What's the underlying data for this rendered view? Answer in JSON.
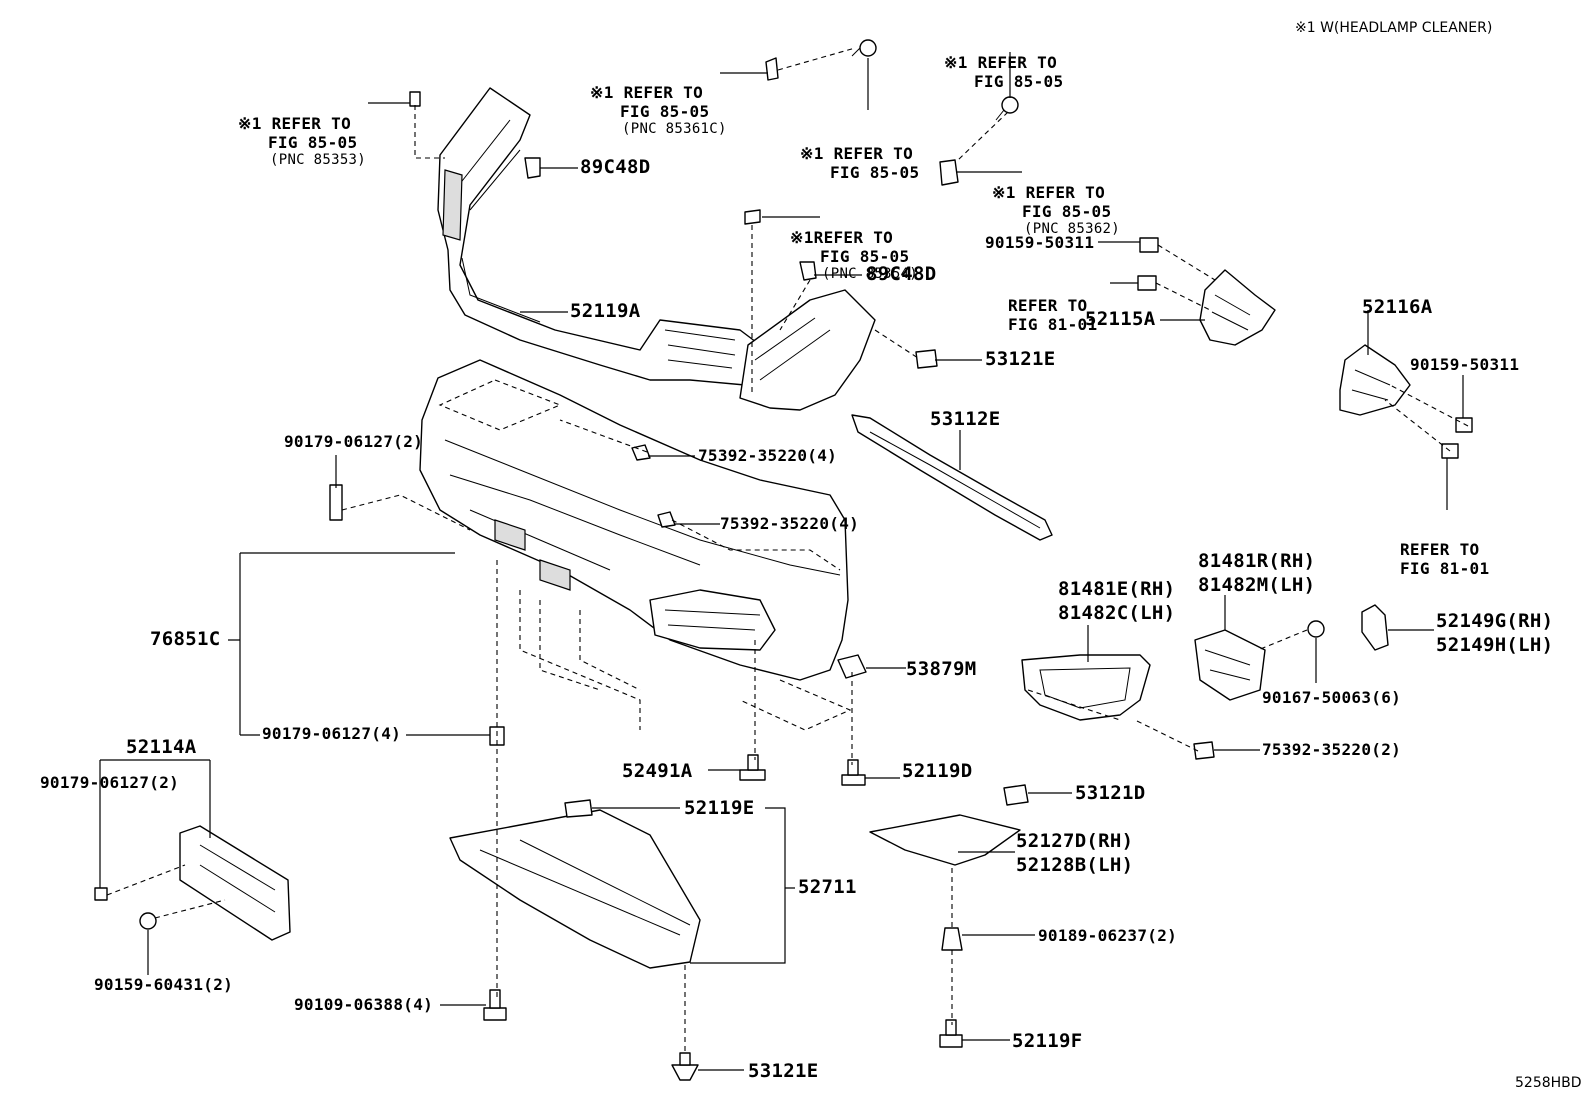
{
  "note": "※1 W(HEADLAMP CLEANER)",
  "figure_code": "5258HBD",
  "refs": [
    {
      "id": "ref1",
      "lines": [
        "※1 REFER TO",
        "FIG 85-05",
        "(PNC 85353)"
      ]
    },
    {
      "id": "ref2",
      "lines": [
        "※1 REFER TO",
        "FIG 85-05",
        "(PNC 85361C)"
      ]
    },
    {
      "id": "ref3",
      "lines": [
        "※1 REFER TO",
        "FIG 85-05"
      ]
    },
    {
      "id": "ref4",
      "lines": [
        "※1 REFER TO",
        "FIG 85-05"
      ]
    },
    {
      "id": "ref5",
      "lines": [
        "※1 REFER TO",
        "FIG 85-05",
        "(PNC 85362)"
      ]
    },
    {
      "id": "ref6",
      "lines": [
        "※1REFER TO",
        "FIG 85-05",
        "(PNC 85354)"
      ]
    },
    {
      "id": "ref7",
      "lines": [
        "REFER TO",
        "FIG 81-01"
      ]
    },
    {
      "id": "ref8",
      "lines": [
        "REFER TO",
        "FIG 81-01"
      ]
    }
  ],
  "parts": {
    "p89C48D_a": "89C48D",
    "p89C48D_b": "89C48D",
    "p52119A": "52119A",
    "p53121E_a": "53121E",
    "p90159_50311_a": "90159-50311",
    "p52115A": "52115A",
    "p52116A": "52116A",
    "p90159_50311_b": "90159-50311",
    "p53112E": "53112E",
    "p90179_06127_2a": "90179-06127(2)",
    "p75392_35220_4a": "75392-35220(4)",
    "p75392_35220_4b": "75392-35220(4)",
    "p76851C": "76851C",
    "p81481E": "81481E(RH)",
    "p81482C": "81482C(LH)",
    "p81481R": "81481R(RH)",
    "p81482M": "81482M(LH)",
    "p52149G": "52149G(RH)",
    "p52149H": "52149H(LH)",
    "p53879M": "53879M",
    "p90167_50063": "90167-50063(6)",
    "p90179_06127_4": "90179-06127(4)",
    "p52114A": "52114A",
    "p90179_06127_2b": "90179-06127(2)",
    "p52491A": "52491A",
    "p52119D": "52119D",
    "p75392_35220_2": "75392-35220(2)",
    "p53121D": "53121D",
    "p52119E": "52119E",
    "p52711": "52711",
    "p52127D": "52127D(RH)",
    "p52128B": "52128B(LH)",
    "p90189_06237": "90189-06237(2)",
    "p90159_60431": "90159-60431(2)",
    "p90109_06388": "90109-06388(4)",
    "p52119F": "52119F",
    "p53121E_b": "53121E"
  }
}
